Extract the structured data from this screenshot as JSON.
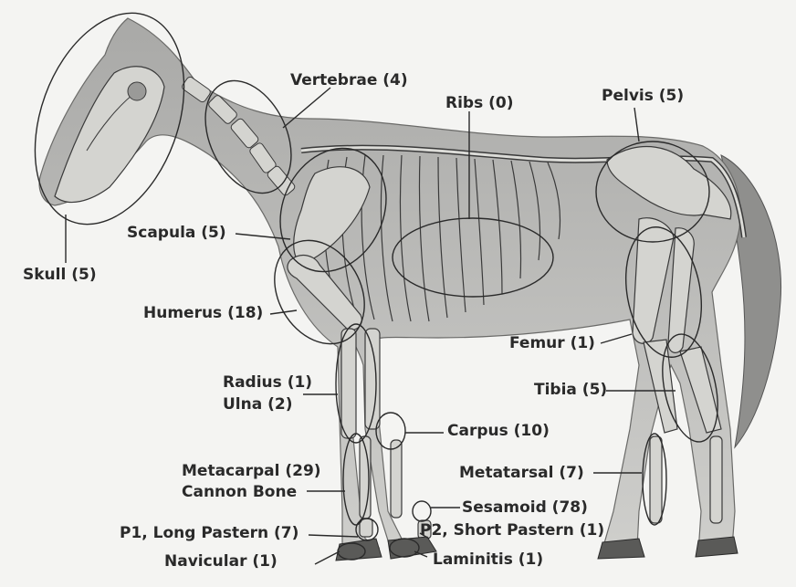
{
  "diagram": {
    "labels": {
      "vertebrae": "Vertebrae (4)",
      "ribs": "Ribs (0)",
      "pelvis": "Pelvis (5)",
      "scapula": "Scapula (5)",
      "skull": "Skull (5)",
      "humerus": "Humerus (18)",
      "femur": "Femur (1)",
      "radius": "Radius (1)",
      "ulna": "Ulna (2)",
      "tibia": "Tibia (5)",
      "carpus": "Carpus (10)",
      "metacarpal": "Metacarpal (29)",
      "cannon_bone": "Cannon Bone",
      "metatarsal": "Metatarsal (7)",
      "sesamoid": "Sesamoid (78)",
      "long_pastern": "P1, Long Pastern (7)",
      "short_pastern": "P2, Short Pastern (1)",
      "navicular": "Navicular (1)",
      "laminitis": "Laminitis (1)"
    },
    "colors": {
      "body": "#b9b9b7",
      "bone": "#dcdcd8",
      "outline": "#3a3a3a",
      "text": "#2a2a2a"
    }
  }
}
